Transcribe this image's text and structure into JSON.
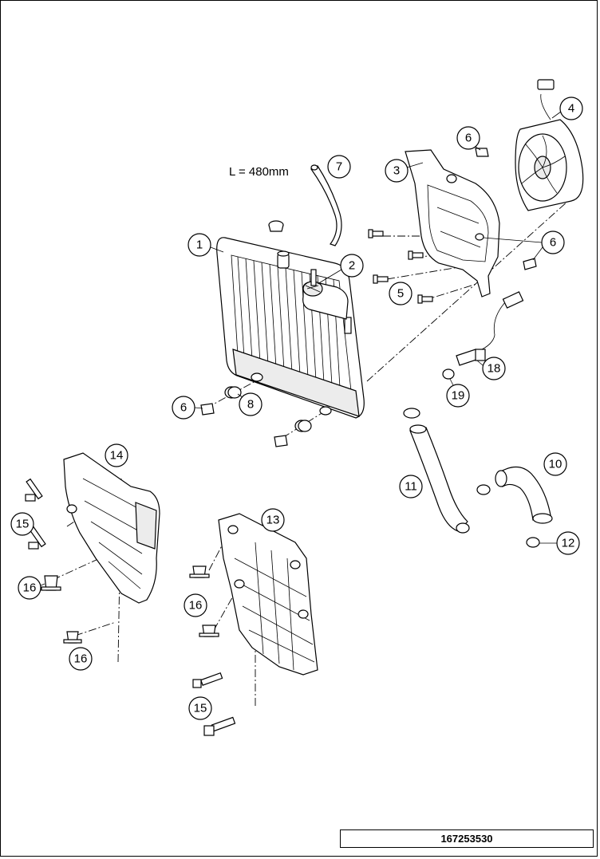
{
  "hose_length_label": "L = 480mm",
  "document_number": "167253530",
  "callouts": [
    {
      "id": "c1",
      "label": "1"
    },
    {
      "id": "c2",
      "label": "2"
    },
    {
      "id": "c3",
      "label": "3"
    },
    {
      "id": "c4",
      "label": "4"
    },
    {
      "id": "c5",
      "label": "5"
    },
    {
      "id": "c6a",
      "label": "6"
    },
    {
      "id": "c6b",
      "label": "6"
    },
    {
      "id": "c6c",
      "label": "6"
    },
    {
      "id": "c7",
      "label": "7"
    },
    {
      "id": "c8",
      "label": "8"
    },
    {
      "id": "c10",
      "label": "10"
    },
    {
      "id": "c11",
      "label": "11"
    },
    {
      "id": "c12",
      "label": "12"
    },
    {
      "id": "c13",
      "label": "13"
    },
    {
      "id": "c14",
      "label": "14"
    },
    {
      "id": "c15a",
      "label": "15"
    },
    {
      "id": "c15b",
      "label": "15"
    },
    {
      "id": "c16a",
      "label": "16"
    },
    {
      "id": "c16b",
      "label": "16"
    },
    {
      "id": "c16c",
      "label": "16"
    },
    {
      "id": "c18",
      "label": "18"
    },
    {
      "id": "c19",
      "label": "19"
    }
  ]
}
